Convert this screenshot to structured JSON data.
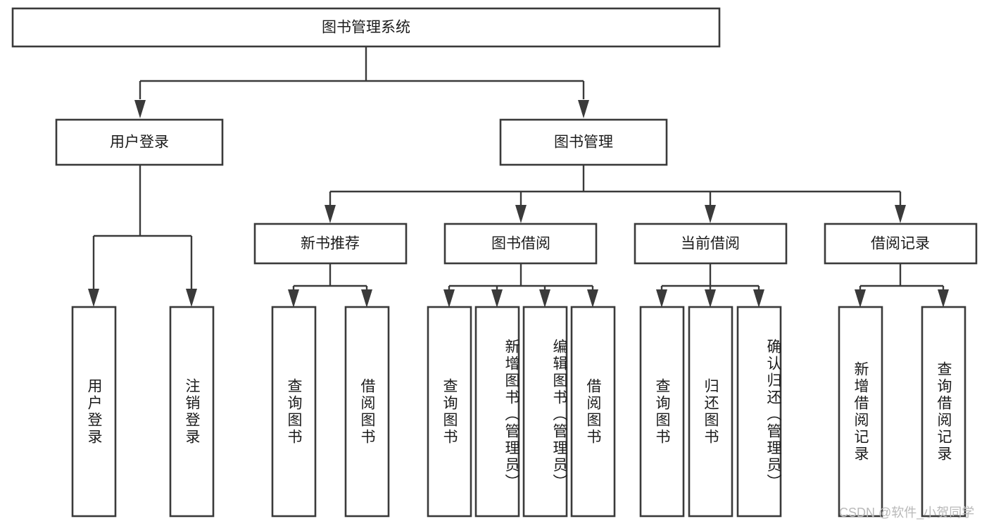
{
  "diagram": {
    "title": "图书管理系统",
    "type": "tree-hierarchy-diagram",
    "watermark": "CSDN @软件_小贺同学",
    "colors": {
      "box_stroke": "#3a3a3a",
      "box_fill": "#ffffff",
      "text": "#1b1b1b",
      "connector": "#3a3a3a",
      "watermark": "#b9b9b9",
      "background": "#ffffff"
    },
    "nodes": {
      "root": {
        "label": "图书管理系统"
      },
      "level1": [
        {
          "id": "user-login",
          "label": "用户登录"
        },
        {
          "id": "book-management",
          "label": "图书管理"
        }
      ],
      "level2": [
        {
          "id": "new-book-recommend",
          "label": "新书推荐",
          "parent": "book-management"
        },
        {
          "id": "book-borrow",
          "label": "图书借阅",
          "parent": "book-management"
        },
        {
          "id": "current-borrow",
          "label": "当前借阅",
          "parent": "book-management"
        },
        {
          "id": "borrow-record",
          "label": "借阅记录",
          "parent": "book-management"
        }
      ],
      "leaves": {
        "user-login": [
          {
            "id": "leaf-user-login",
            "label": "用户登录"
          },
          {
            "id": "leaf-logout-login",
            "label": "注销登录"
          }
        ],
        "new-book-recommend": [
          {
            "id": "leaf-query-book-1",
            "label": "查询图书"
          },
          {
            "id": "leaf-borrow-book-1",
            "label": "借阅图书"
          }
        ],
        "book-borrow": [
          {
            "id": "leaf-query-book-2",
            "label": "查询图书"
          },
          {
            "id": "leaf-add-book",
            "label": "新增图书（管理员）"
          },
          {
            "id": "leaf-edit-book",
            "label": "编辑图书（管理员）"
          },
          {
            "id": "leaf-borrow-book-2",
            "label": "借阅图书"
          }
        ],
        "current-borrow": [
          {
            "id": "leaf-query-book-3",
            "label": "查询图书"
          },
          {
            "id": "leaf-return-book",
            "label": "归还图书"
          },
          {
            "id": "leaf-confirm-return",
            "label": "确认归还（管理员）"
          }
        ],
        "borrow-record": [
          {
            "id": "leaf-add-borrow-record",
            "label": "新增借阅记录"
          },
          {
            "id": "leaf-query-borrow-record",
            "label": "查询借阅记录"
          }
        ]
      }
    }
  }
}
